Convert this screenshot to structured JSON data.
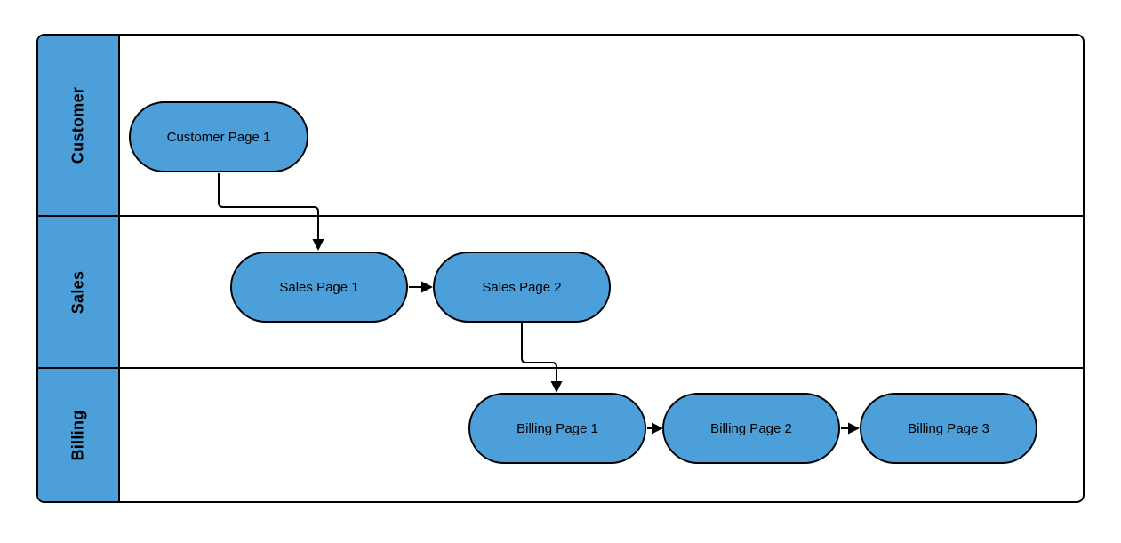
{
  "diagram": {
    "type": "swimlane-flowchart",
    "colors": {
      "shape_fill": "#4C9FD8",
      "lane_header_fill": "#4C9FD8",
      "stroke": "#000000",
      "background": "#FFFFFF"
    },
    "lanes": [
      {
        "id": "customer",
        "label": "Customer"
      },
      {
        "id": "sales",
        "label": "Sales"
      },
      {
        "id": "billing",
        "label": "Billing"
      }
    ],
    "nodes": [
      {
        "id": "customer-page-1",
        "label": "Customer Page 1",
        "lane": "customer",
        "shape": "terminator"
      },
      {
        "id": "sales-page-1",
        "label": "Sales Page 1",
        "lane": "sales",
        "shape": "terminator"
      },
      {
        "id": "sales-page-2",
        "label": "Sales Page 2",
        "lane": "sales",
        "shape": "terminator"
      },
      {
        "id": "billing-page-1",
        "label": "Billing Page 1",
        "lane": "billing",
        "shape": "terminator"
      },
      {
        "id": "billing-page-2",
        "label": "Billing Page 2",
        "lane": "billing",
        "shape": "terminator"
      },
      {
        "id": "billing-page-3",
        "label": "Billing Page 3",
        "lane": "billing",
        "shape": "terminator"
      }
    ],
    "edges": [
      {
        "from": "customer-page-1",
        "to": "sales-page-1",
        "style": "elbow-arrow"
      },
      {
        "from": "sales-page-1",
        "to": "sales-page-2",
        "style": "straight-arrow"
      },
      {
        "from": "sales-page-2",
        "to": "billing-page-1",
        "style": "elbow-arrow"
      },
      {
        "from": "billing-page-1",
        "to": "billing-page-2",
        "style": "straight-arrow"
      },
      {
        "from": "billing-page-2",
        "to": "billing-page-3",
        "style": "straight-arrow"
      }
    ]
  }
}
